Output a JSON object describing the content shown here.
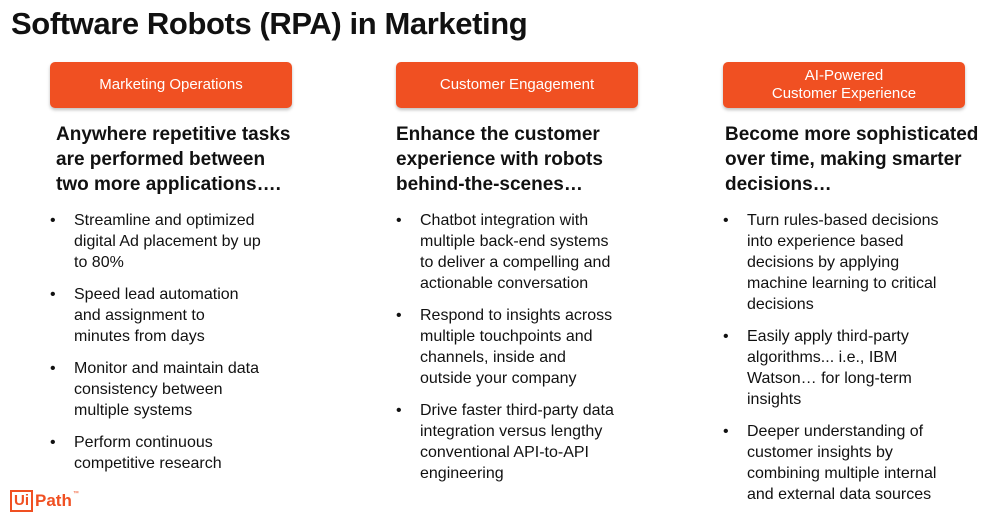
{
  "title": "Software Robots (RPA) in Marketing",
  "brand": {
    "logo_box": "Ui",
    "logo_text": "Path",
    "logo_tm": "™",
    "accent": "#f05022"
  },
  "columns": [
    {
      "label": "Marketing Operations",
      "headline": "Anywhere repetitive tasks\nare performed between\ntwo more applications….",
      "bullets": [
        "Streamline and optimized\ndigital Ad placement by up\nto 80%",
        "Speed lead automation\nand assignment to\nminutes from days",
        "Monitor and maintain data\nconsistency between\nmultiple systems",
        "Perform continuous\ncompetitive research"
      ]
    },
    {
      "label": "Customer Engagement",
      "headline": "Enhance the customer\nexperience with robots\nbehind-the-scenes…",
      "bullets": [
        "Chatbot integration with\nmultiple back-end systems\nto deliver a compelling and\nactionable conversation",
        "Respond to insights across\nmultiple touchpoints and\nchannels, inside and\noutside your company",
        "Drive faster third-party data\nintegration versus lengthy\nconventional API-to-API\nengineering"
      ]
    },
    {
      "label": "AI-Powered\nCustomer Experience",
      "headline": "Become more sophisticated\nover time, making smarter\ndecisions…",
      "bullets": [
        "Turn rules-based decisions\ninto experience based\ndecisions by applying\nmachine learning to critical\ndecisions",
        "Easily apply third-party\nalgorithms... i.e., IBM\nWatson… for long-term\ninsights",
        "Deeper understanding of\ncustomer insights by\ncombining multiple internal\nand external data sources"
      ]
    }
  ],
  "bullet_glyph": "•"
}
